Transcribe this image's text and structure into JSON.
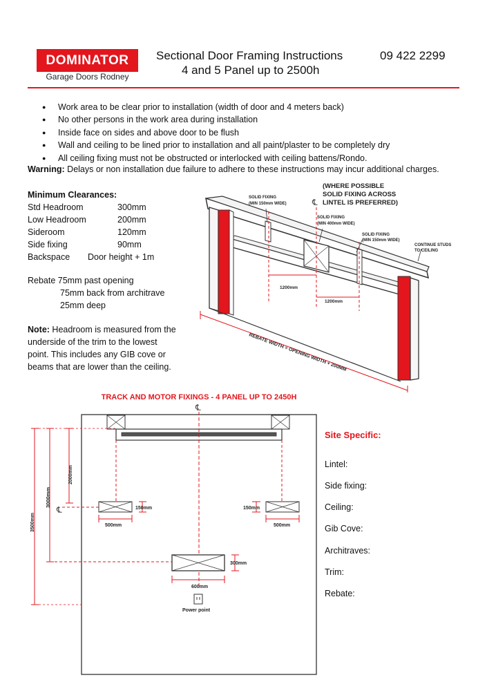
{
  "header": {
    "logo_text": "DOMINATOR",
    "logo_subtext": "Garage Doors Rodney",
    "title": "Sectional Door Framing Instructions",
    "phone": "09 422 2299",
    "subtitle": "4 and 5 Panel up to 2500h",
    "brand_color": "#e3161d"
  },
  "bullets": [
    "Work area to be clear prior to installation (width of door and 4 meters back)",
    "No other persons in the work area during installation",
    "Inside face on sides and above door to be flush",
    "Wall and ceiling to be lined prior to installation and all paint/plaster to be completely dry",
    "All ceiling fixing must not be obstructed or interlocked with ceiling battens/Rondo."
  ],
  "warning": {
    "label": "Warning:",
    "text": " Delays or non installation due failure to adhere to these instructions may incur additional charges."
  },
  "clearances": {
    "heading": "Minimum Clearances:",
    "rows": [
      {
        "label": "Std Headroom",
        "value": "300mm"
      },
      {
        "label": "Low Headroom",
        "value": "200mm"
      },
      {
        "label": "Sideroom",
        "value": "120mm"
      },
      {
        "label": "Side fixing",
        "value": "90mm"
      },
      {
        "label": "Backspace",
        "value": "Door height + 1m"
      }
    ]
  },
  "rebate": {
    "line1": "Rebate 75mm past opening",
    "line2": "75mm back from architrave",
    "line3": "25mm deep"
  },
  "note": {
    "label": "Note:",
    "line1": " Headroom is measured from the",
    "line2": "underside of the trim to the lowest",
    "line3": "point. This includes any GIB cove or",
    "line4": "beams that are lower than the ceiling."
  },
  "frame_diagram": {
    "where_possible_1": "(WHERE POSSIBLE",
    "where_possible_2": "SOLID FIXING ACROSS",
    "where_possible_3": "LINTEL IS PREFERRED)",
    "solid_fixing_a1": "SOLID FIXING",
    "solid_fixing_a2": "(MIN 150mm WIDE)",
    "solid_fixing_b1": "SOLID FIXING",
    "solid_fixing_b2": "(MIN 400mm WIDE)",
    "solid_fixing_c1": "SOLID FIXING",
    "solid_fixing_c2": "(MIN 150mm WIDE)",
    "continue_1": "CONTINUE STUDS",
    "continue_2": "TO CEILING",
    "dim_1200_a": "1200mm",
    "dim_1200_b": "1200mm",
    "rebate_width": "REBATE WIDTH = OPENING WIDTH + 200MM",
    "centreline": "℄"
  },
  "track_diagram": {
    "title": "TRACK AND MOTOR FIXINGS - 4 PANEL UP TO 2450H",
    "dim_2000": "2000mm",
    "dim_3000": "3000mm",
    "dim_3500": "3500mm",
    "dim_150_left": "150mm",
    "dim_150_right": "150mm",
    "dim_500_left": "500mm",
    "dim_500_right": "500mm",
    "dim_300": "300mm",
    "dim_600": "600mm",
    "power_point": "Power point",
    "centreline": "℄"
  },
  "site_specific": {
    "title": "Site Specific:",
    "items": [
      "Lintel:",
      "Side fixing:",
      "Ceiling:",
      "Gib Cove:",
      "Architraves:",
      "Trim:",
      "Rebate:"
    ]
  }
}
